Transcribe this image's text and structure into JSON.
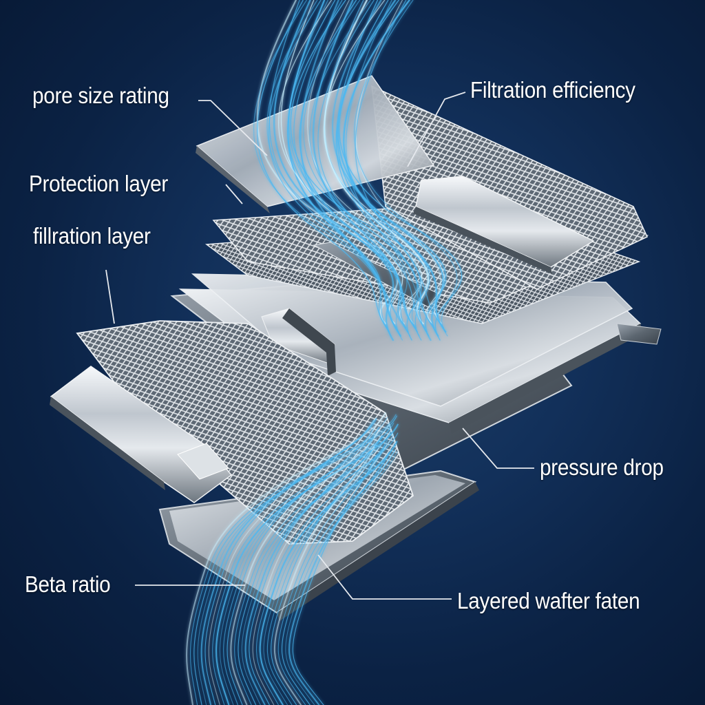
{
  "labels": {
    "pore_size_rating": "pore size rating",
    "filtration_efficiency": "Filtration efficiency",
    "protection_layer": "Protection layer",
    "filtration_layer": "fillration layer",
    "pressure_drop": "pressure drop",
    "beta_ratio": "Beta ratio",
    "layered_water_faten": "Layered wafter faten"
  },
  "colors": {
    "background": "#0b2244",
    "metal": "#c9cfd6",
    "mesh": "#d6dce2",
    "flow": "#49b8f2",
    "leader": "#e6e9ee"
  }
}
